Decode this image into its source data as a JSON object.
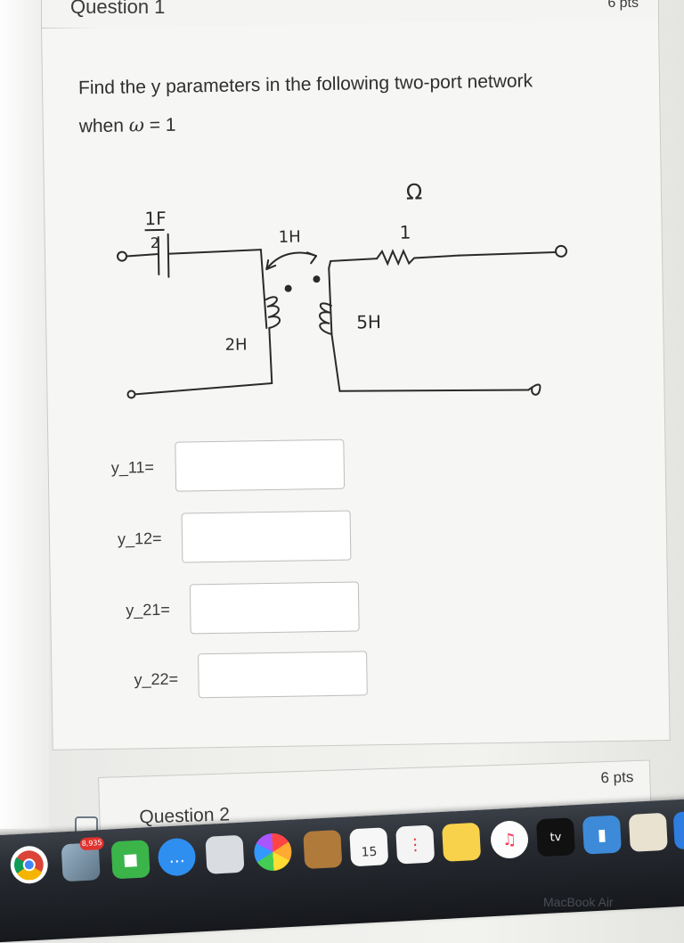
{
  "question1": {
    "title": "Question 1",
    "points": "6 pts",
    "prompt_line1": "Find the y parameters in the following two-port network",
    "prompt_line2_prefix": "when ",
    "prompt_omega": "ω",
    "prompt_line2_suffix": " = 1",
    "circuit": {
      "capacitor_label_top": "1F",
      "capacitor_label_bottom": "2",
      "mutual_inductance_label": "1H",
      "resistor_unit": "Ω",
      "resistor_value": "1",
      "primary_inductor_label": "2H",
      "secondary_inductor_label": "5H"
    },
    "answers": [
      {
        "label": "y_11=",
        "value": ""
      },
      {
        "label": "y_12=",
        "value": ""
      },
      {
        "label": "y_21=",
        "value": ""
      },
      {
        "label": "y_22=",
        "value": ""
      }
    ]
  },
  "question2": {
    "title": "Question 2",
    "points": "6 pts"
  },
  "dock": {
    "badge_count": "8,935",
    "calendar_day": "15",
    "tv_label": "tv"
  },
  "device_label": "MacBook Air"
}
